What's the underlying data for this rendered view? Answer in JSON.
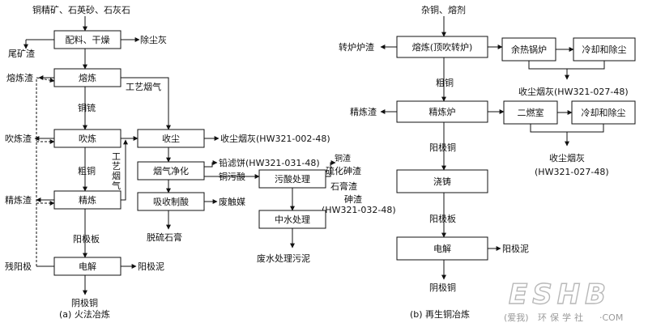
{
  "left": {
    "input": "铜精矿、石英砂、石灰石",
    "boxes": {
      "dry": "配料、干燥",
      "smelt": "熔炼",
      "blow": "吹炼",
      "refine": "精炼",
      "electro": "电解",
      "dust": "收尘",
      "gas_clean": "烟气净化",
      "acid": "吸收制酸",
      "acid_treat": "污酸处理",
      "neutral": "中水处理"
    },
    "labels": {
      "tailings": "尾矿渣",
      "dedust_ash": "除尘灰",
      "smelt_slag": "熔炼渣",
      "process_gas_1": "工艺烟气",
      "matte": "铜锍",
      "blow_slag": "吹炼渣",
      "blister": "粗铜",
      "process_gas_2": "工艺烟气",
      "refine_slag": "精炼渣",
      "anode_plate": "阳极板",
      "scrap_anode": "残阳极",
      "anode_slime": "阳极泥",
      "cathode": "阴极铜",
      "dust_ash": "收尘烟灰(HW321-002-48)",
      "lead_cake": "铅滤饼(HW321-031-48)",
      "dirty_acid": "铜污酸",
      "copper_slag": "铜渣",
      "sulfide_arsenic": "硫化砷渣",
      "gypsum_slag": "石膏渣",
      "arsenic_slag": "砷渣",
      "arsenic_code": "(HW321-032-48)",
      "spent_cat": "废触媒",
      "desulf_gypsum": "脱硫石膏",
      "wastewater": "废水处理污泥"
    },
    "caption": "(a) 火法冶炼"
  },
  "right": {
    "input": "杂铜、熔剂",
    "boxes": {
      "furnace": "熔炼(顶吹转炉)",
      "boiler": "余热锅炉",
      "cool1": "冷却和除尘",
      "refine": "精炼炉",
      "burn2": "二燃室",
      "cool2": "冷却和除尘",
      "cast": "浇铸",
      "electro": "电解"
    },
    "labels": {
      "converter_slag": "转炉炉渣",
      "dust1": "收尘烟灰(HW321-027-48)",
      "blister": "粗铜",
      "refine_slag": "精炼渣",
      "anode_copper": "阳极铜",
      "dust2_a": "收尘烟灰",
      "dust2_b": "(HW321-027-48)",
      "anode_plate": "阳极板",
      "anode_slime": "阳极泥",
      "cathode": "阴极铜"
    },
    "caption": "(b) 再生铜冶炼"
  },
  "watermark": {
    "logo": "ESHB",
    "site": "环保学社",
    "site_prefix": "(爱我)",
    "site_suffix": "·COM"
  }
}
